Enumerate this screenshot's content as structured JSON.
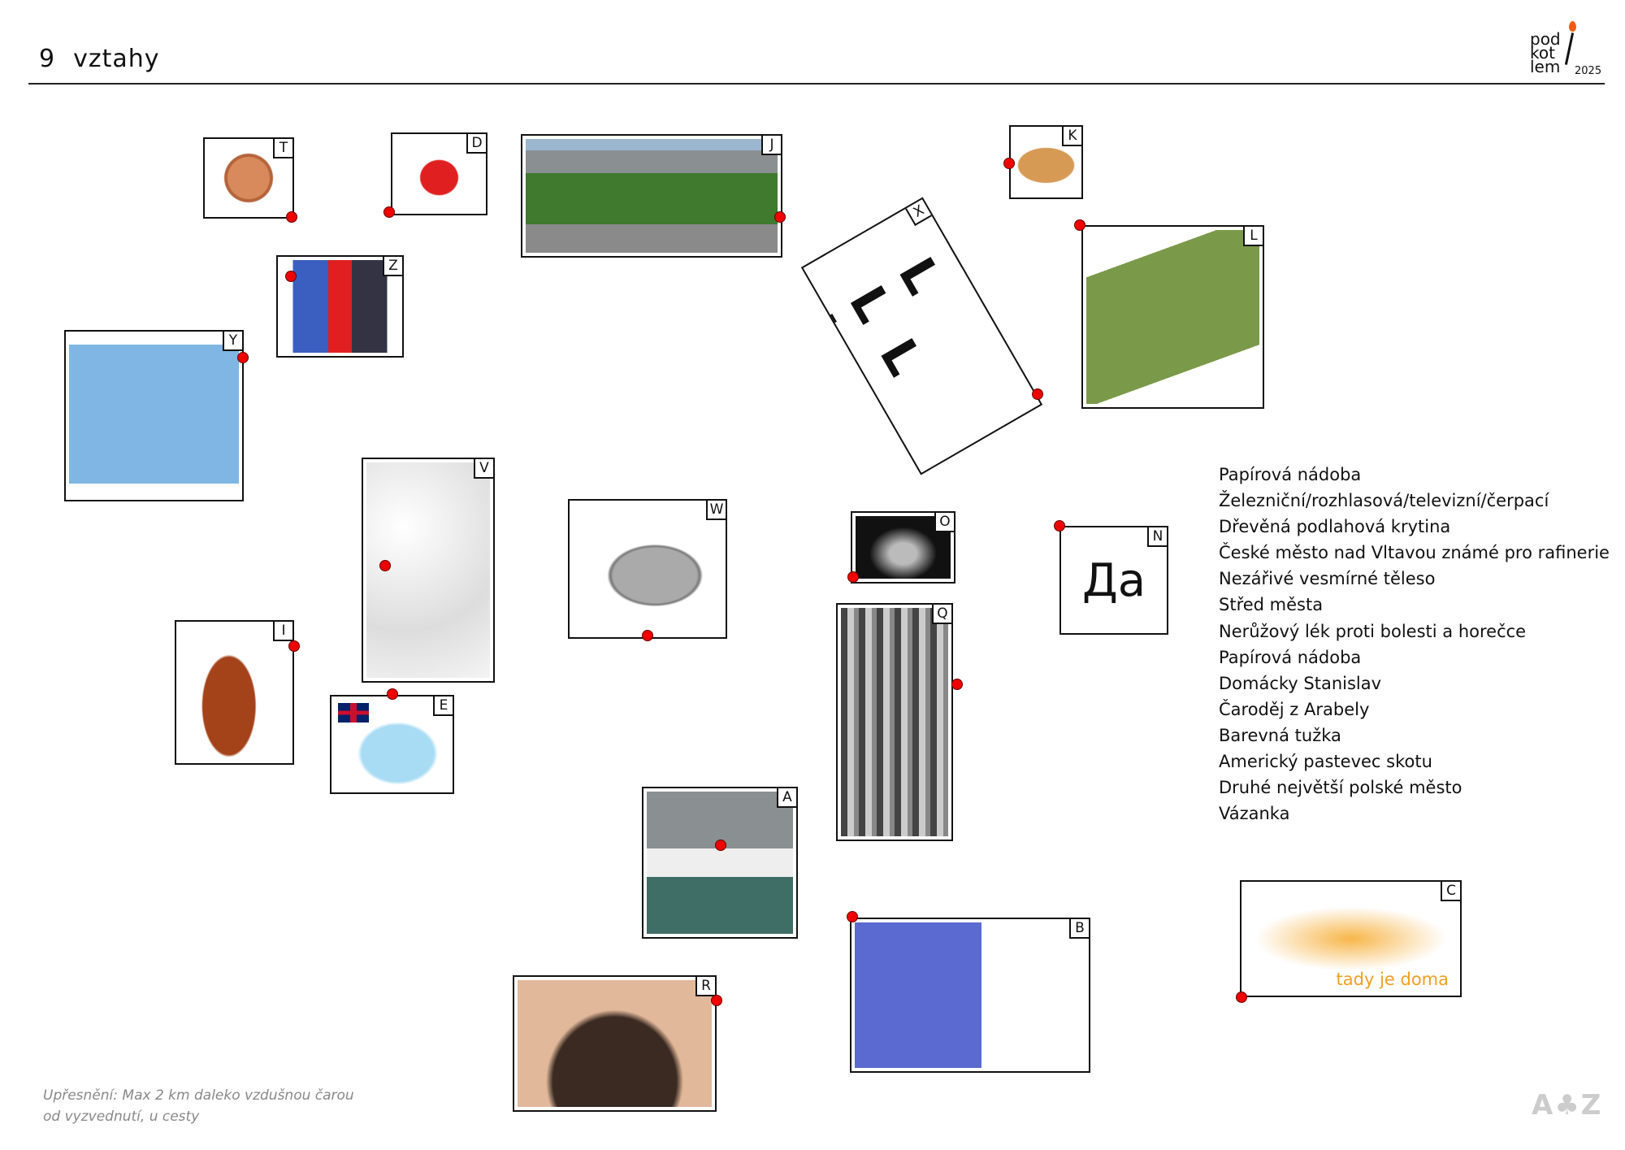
{
  "header": {
    "number": "9",
    "title": "vztahy"
  },
  "logo": {
    "lines": [
      "pod",
      "kot",
      "lem"
    ],
    "year": "2025"
  },
  "cards": [
    {
      "id": "T",
      "subject": "coin"
    },
    {
      "id": "D",
      "subject": "crab"
    },
    {
      "id": "J",
      "subject": "city-park-aerial"
    },
    {
      "id": "K",
      "subject": "peanut"
    },
    {
      "id": "X",
      "subject": "letters",
      "text_rows": [
        "L L L",
        "L L L"
      ]
    },
    {
      "id": "L",
      "subject": "tent"
    },
    {
      "id": "Z",
      "subject": "boxers"
    },
    {
      "id": "Y",
      "subject": "house-blueprint"
    },
    {
      "id": "V",
      "subject": "cotton"
    },
    {
      "id": "W",
      "subject": "bear-trap"
    },
    {
      "id": "O",
      "subject": "steaming-pot"
    },
    {
      "id": "N",
      "subject": "text",
      "text": "Да"
    },
    {
      "id": "Q",
      "subject": "metal-profiles"
    },
    {
      "id": "I",
      "subject": "rum-bottle"
    },
    {
      "id": "E",
      "subject": "ice-cube-uk"
    },
    {
      "id": "A",
      "subject": "iceberg"
    },
    {
      "id": "B",
      "subject": "flax"
    },
    {
      "id": "R",
      "subject": "dandruff"
    },
    {
      "id": "C",
      "subject": "orange-cloud",
      "text": "tady je doma"
    }
  ],
  "clues": [
    "Papírová nádoba",
    "Železniční/rozhlasová/televizní/čerpací",
    "Dřevěná podlahová krytina",
    "České město nad Vltavou známé pro rafinerie",
    "Nezářivé vesmírné těleso",
    "Střed města",
    "Nerůžový lék proti bolesti a horečce",
    "Papírová nádoba",
    "Domácky Stanislav",
    "Čaroděj z Arabely",
    "Barevná tužka",
    "Americký pastevec skotu",
    "Druhé největší polské město",
    "Vázanka"
  ],
  "note": {
    "line1": "Upřesnění: Max 2 km daleko vzdušnou čarou",
    "line2": "od vyzvednutí, u cesty"
  },
  "footer_logo": "A♣Z",
  "colors": {
    "dot": "#e00000",
    "accent": "#f25c12"
  }
}
